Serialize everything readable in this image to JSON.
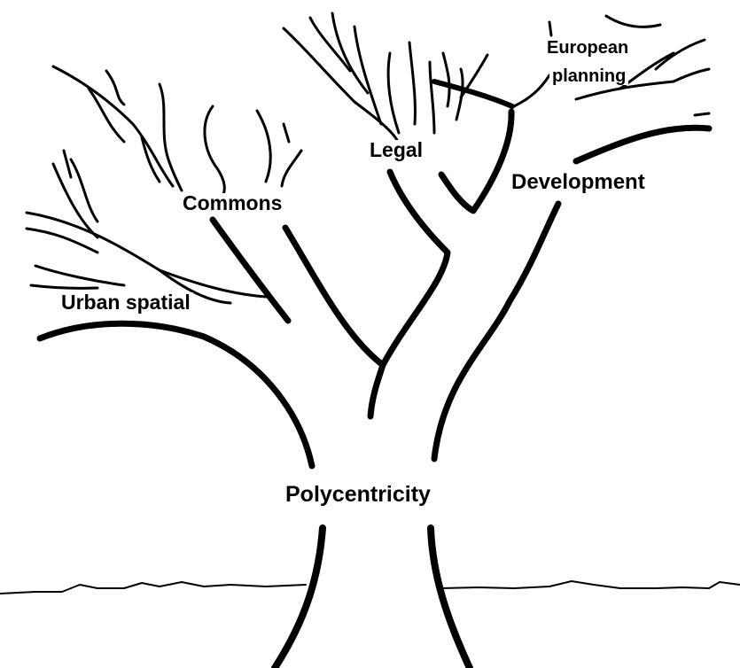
{
  "diagram": {
    "root_label": "Polycentricity",
    "branches": [
      {
        "id": "urban-spatial",
        "label": "Urban spatial"
      },
      {
        "id": "commons",
        "label": "Commons"
      },
      {
        "id": "legal",
        "label": "Legal"
      },
      {
        "id": "development",
        "label": "Development"
      },
      {
        "id": "european-planning",
        "label_line1": "European",
        "label_line2": "planning"
      }
    ]
  },
  "colors": {
    "ink": "#000000",
    "background": "#ffffff"
  }
}
